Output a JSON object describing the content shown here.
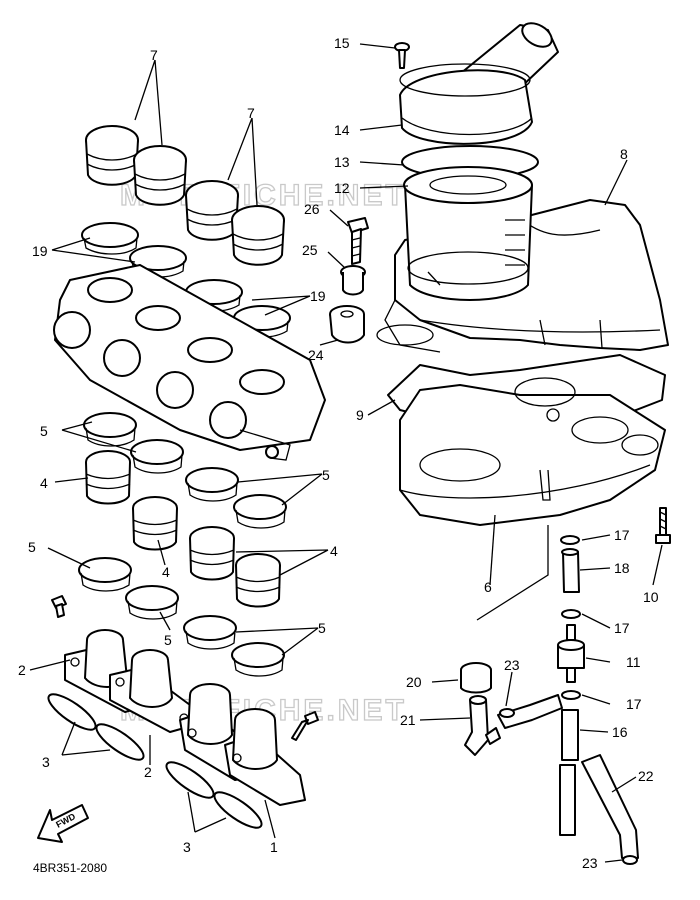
{
  "drawing_code": "4BR351-2080",
  "watermark": "MOTOFICHE.NET",
  "fwd_label": "FWD",
  "part_labels": [
    "1",
    "2",
    "3",
    "4",
    "5",
    "6",
    "7",
    "8",
    "9",
    "10",
    "11",
    "12",
    "13",
    "14",
    "15",
    "16",
    "17",
    "18",
    "19",
    "20",
    "21",
    "22",
    "23",
    "24",
    "25",
    "26"
  ]
}
